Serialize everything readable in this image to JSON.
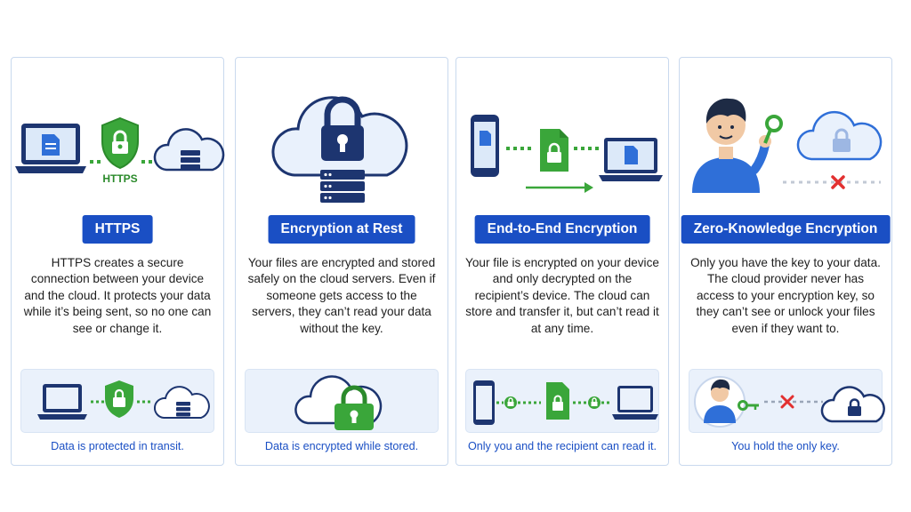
{
  "colors": {
    "accent_blue": "#1a4fc4",
    "navy": "#1d3570",
    "green": "#3aa63a",
    "red_x": "#e23030",
    "panel_bg": "#eaf1fb",
    "cloud_fill": "#e9f1fc"
  },
  "cards": [
    {
      "title": "HTTPS",
      "description": "HTTPS creates a secure connection between your device and the cloud. It protects your data while it’s being sent, so no one can see or change it.",
      "hero_label": "HTTPS",
      "caption": "Data is protected in transit.",
      "icons": [
        "laptop-icon",
        "shield-lock-icon",
        "cloud-server-icon"
      ]
    },
    {
      "title": "Encryption at Rest",
      "description": "Your files are encrypted and stored safely on the cloud servers. Even if someone gets access to the servers, they can’t read your data without the key.",
      "caption": "Data is encrypted while stored.",
      "icons": [
        "cloud-icon",
        "padlock-icon",
        "server-icon"
      ]
    },
    {
      "title": "End-to-End Encryption",
      "description": "Your file is encrypted on your device and only decrypted on the recipient’s device. The cloud can store and transfer it, but can’t read it at any time.",
      "caption": "Only you and the recipient can read it.",
      "icons": [
        "phone-icon",
        "locked-file-icon",
        "laptop-icon"
      ]
    },
    {
      "title": "Zero-Knowledge Encryption",
      "description": "Only you have the key to your data. The cloud provider never has access to your encryption key, so they can’t see or unlock your files even if they want to.",
      "caption": "You hold the only key.",
      "icons": [
        "person-icon",
        "key-icon",
        "x-mark-icon",
        "cloud-lock-icon"
      ]
    }
  ]
}
